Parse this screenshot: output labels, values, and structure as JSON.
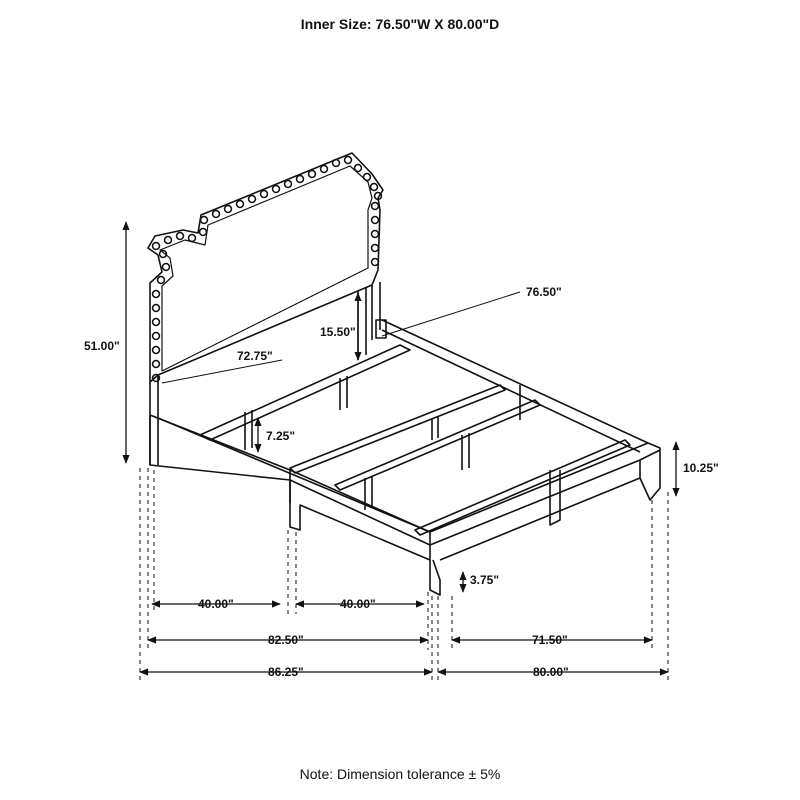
{
  "header": {
    "title": "Inner Size: 76.50\"W X 80.00\"D"
  },
  "footer": {
    "note": "Note: Dimension tolerance ± 5%"
  },
  "dimensions": {
    "overall_height": "51.00\"",
    "headboard_width": "72.75\"",
    "headboard_panel_height": "15.50\"",
    "inner_width": "76.50\"",
    "slat_height": "7.25\"",
    "footboard_height": "10.25\"",
    "leg_height": "3.75\"",
    "half_width_left": "40.00\"",
    "half_width_right": "40.00\"",
    "front_inner_width": "82.50\"",
    "side_inner_length": "71.50\"",
    "overall_width": "86.25\"",
    "overall_length": "80.00\""
  }
}
